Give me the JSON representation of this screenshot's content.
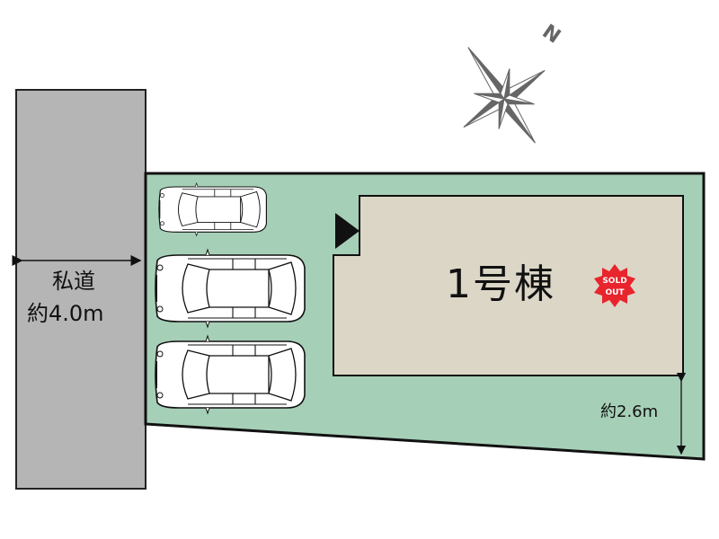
{
  "road": {
    "name": "私道",
    "width": "約4.0m"
  },
  "building": {
    "label": "1号棟",
    "badge": [
      "SOLD",
      "OUT"
    ]
  },
  "dimensions": {
    "right_setback": "約2.6m"
  },
  "compass": {
    "north_label": "N"
  },
  "parking": {
    "car_count": 3
  },
  "colors": {
    "road": "#b5b5b5",
    "lot": "#a6cfb7",
    "building": "#dcd6c6",
    "sold_badge": "#e8242c",
    "compass": "#666666"
  }
}
